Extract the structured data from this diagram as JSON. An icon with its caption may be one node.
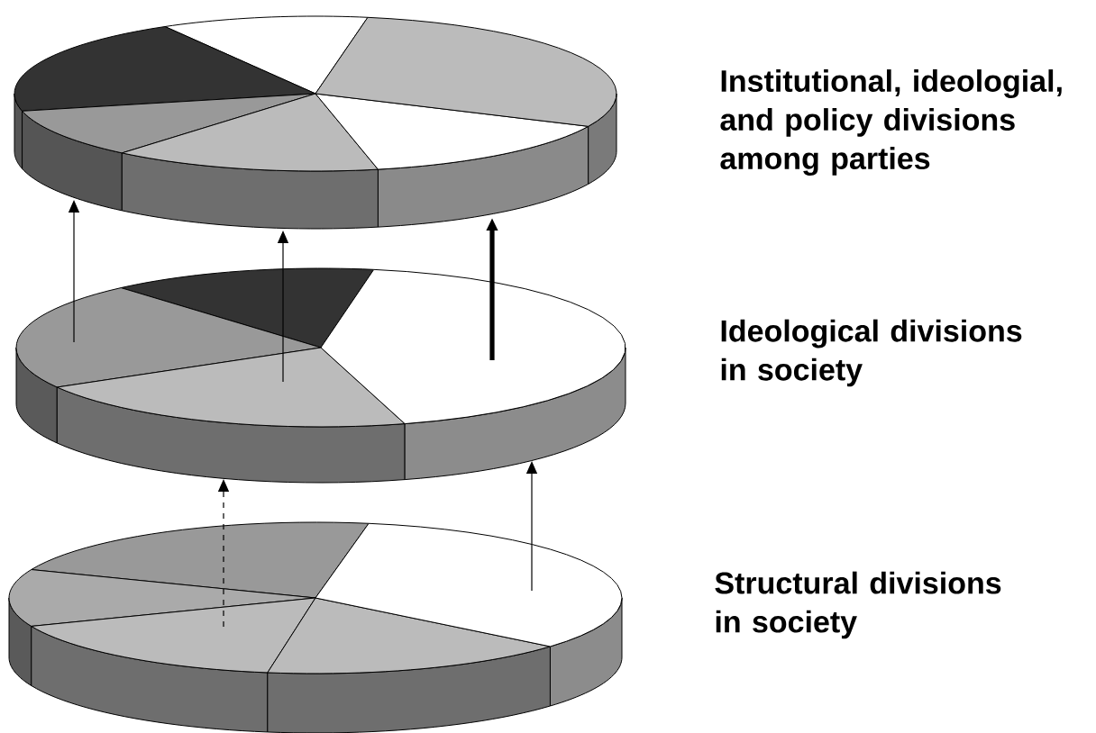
{
  "diagram": {
    "nodes": [
      {
        "text": [],
        "shape": "cylinder",
        "beside": [
          "Institutional, ideologial, and policy divisions among parties"
        ]
      },
      {
        "text": [],
        "shape": "cylinder",
        "beside": [
          "Ideological divisions in society"
        ]
      },
      {
        "text": [],
        "shape": "cylinder",
        "beside": [
          "Structural divisions in society"
        ]
      }
    ],
    "edges": [
      {
        "from": 1,
        "to": 0,
        "arrow": "to"
      },
      {
        "from": 1,
        "to": 0,
        "arrow": "to"
      },
      {
        "from": 1,
        "to": 0,
        "arrow": "to",
        "style": "thick"
      },
      {
        "from": 2,
        "to": 1,
        "arrow": "to",
        "style": "dashed"
      },
      {
        "from": 2,
        "to": 1,
        "arrow": "to"
      }
    ]
  }
}
